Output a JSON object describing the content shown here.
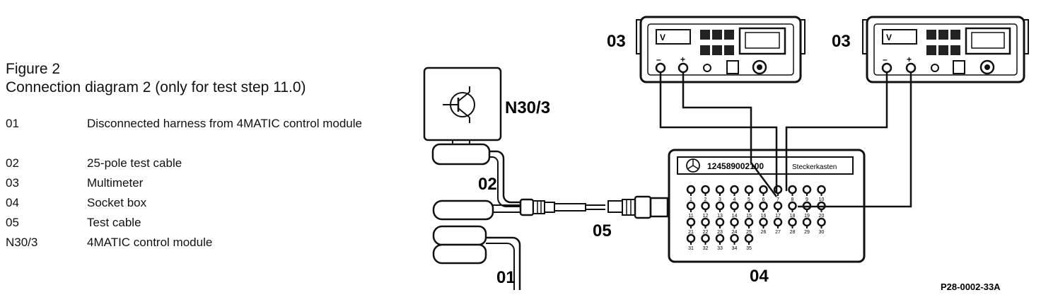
{
  "figure": {
    "label": "Figure 2",
    "caption": "Connection diagram 2 (only for test step 11.0)"
  },
  "legend": [
    {
      "code": "01",
      "desc": "Disconnected harness from 4MATIC control module"
    },
    {
      "code": "02",
      "desc": "25-pole test cable"
    },
    {
      "code": "03",
      "desc": "Multimeter"
    },
    {
      "code": "04",
      "desc": "Socket box"
    },
    {
      "code": "05",
      "desc": "Test cable"
    },
    {
      "code": "N30/3",
      "desc": "4MATIC control module"
    }
  ],
  "callouts": {
    "n30_3": "N30/3",
    "c01": "01",
    "c02": "02",
    "c03_left": "03",
    "c03_right": "03",
    "c04": "04",
    "c05": "05"
  },
  "socket_box": {
    "part_number": "124589002100",
    "name": "Steckerkasten",
    "sockets": [
      "1",
      "2",
      "3",
      "4",
      "5",
      "6",
      "7",
      "8",
      "9",
      "10",
      "11",
      "12",
      "13",
      "14",
      "15",
      "16",
      "17",
      "18",
      "19",
      "20",
      "21",
      "22",
      "23",
      "24",
      "25",
      "26",
      "27",
      "28",
      "29",
      "30",
      "31",
      "32",
      "33",
      "34",
      "35"
    ]
  },
  "multimeter": {
    "range_label": "V",
    "minus_label": "–",
    "plus_label": "+"
  },
  "reference_code": "P28-0002-33A",
  "colors": {
    "ink": "#111111",
    "paper": "#ffffff"
  }
}
